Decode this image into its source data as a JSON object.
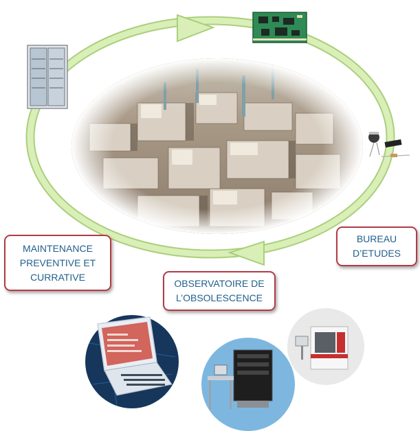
{
  "labels": {
    "maintenance": [
      "MAINTENANCE",
      "PREVENTIVE ET",
      "CURRATIVE"
    ],
    "bureau": [
      "BUREAU",
      "D’ETUDES"
    ],
    "observatoire": [
      "OBSERVATOIRE DE",
      "L’OBSOLESCENCE"
    ]
  },
  "icons": {
    "cabinet": "server-cabinet-icon",
    "pcb": "circuit-board-icon",
    "components": "electronic-components-icon",
    "factory": "industrial-site-photo",
    "laptop": "laptop-icon",
    "test_bench": "test-bench-icon",
    "xray": "inspection-machine-icon"
  },
  "colors": {
    "cycle_arrow": "#cbe6a4",
    "cycle_arrow_edge": "#a9cf7c",
    "box_border": "#b23a44",
    "box_text": "#1f5f8b"
  }
}
